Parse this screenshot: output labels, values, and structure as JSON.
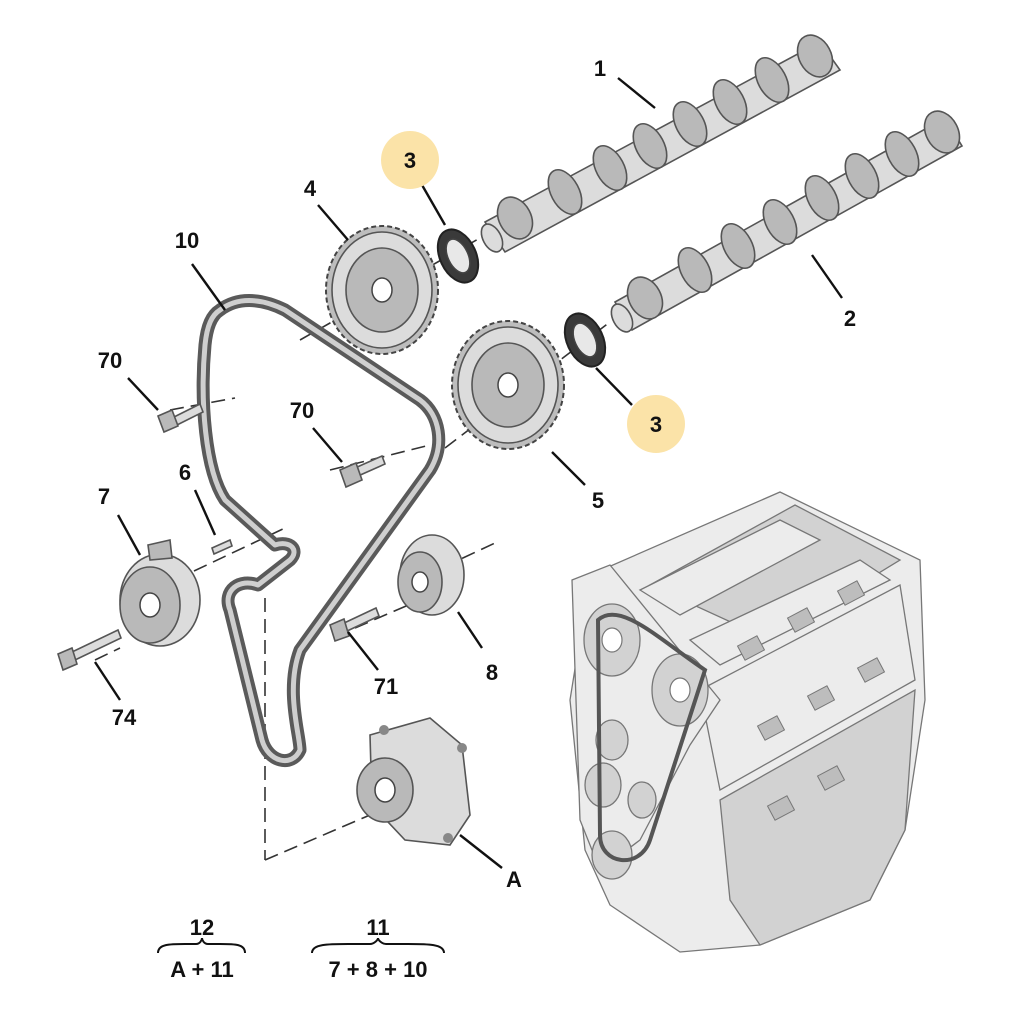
{
  "callouts": {
    "c1": "1",
    "c2": "2",
    "c3a": "3",
    "c3b": "3",
    "c4": "4",
    "c5": "5",
    "c6": "6",
    "c7": "7",
    "c8": "8",
    "c10": "10",
    "c70a": "70",
    "c70b": "70",
    "c71": "71",
    "c74": "74",
    "cA": "A"
  },
  "kits": [
    {
      "number": "12",
      "contents": "A + 11"
    },
    {
      "number": "11",
      "contents": "7 + 8 + 10"
    }
  ],
  "colors": {
    "highlight": "#fbe3a8",
    "ink": "#111111"
  }
}
